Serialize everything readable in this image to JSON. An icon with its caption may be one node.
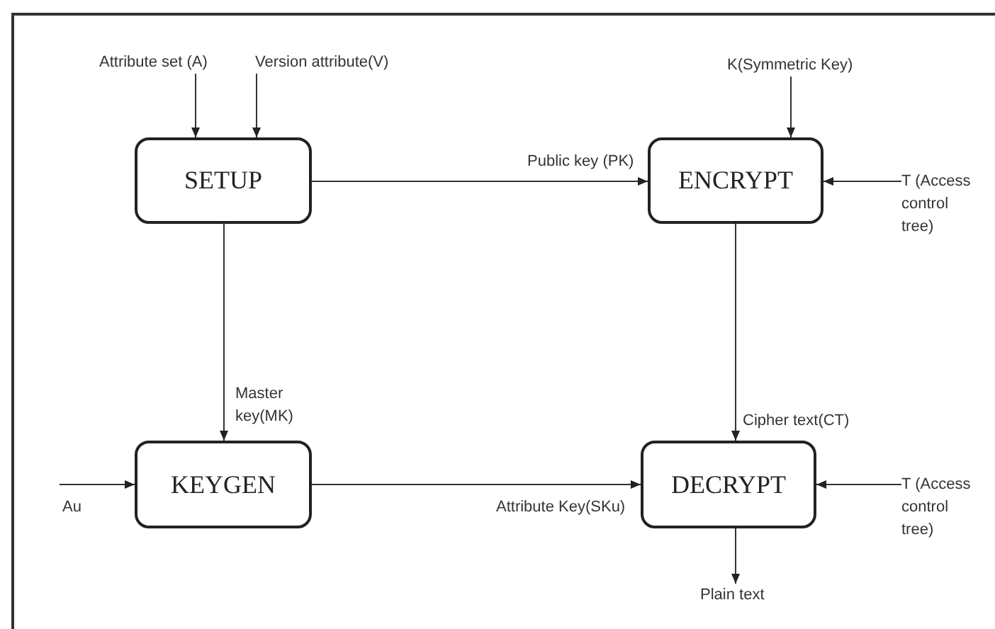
{
  "diagram": {
    "nodes": [
      {
        "text": [
          "SETUP"
        ]
      },
      {
        "text": [
          "ENCRYPT"
        ]
      },
      {
        "text": [
          "KEYGEN"
        ]
      },
      {
        "text": [
          "DECRYPT"
        ]
      },
      {
        "text": [
          "Attribute set (A)"
        ]
      },
      {
        "text": [
          "Version attribute(V)"
        ]
      },
      {
        "text": [
          "K(Symmetric Key)"
        ]
      },
      {
        "text": [
          "T (Access control tree)"
        ]
      },
      {
        "text": [
          "T (Access control tree)"
        ]
      },
      {
        "text": [
          "Plain text"
        ]
      }
    ],
    "edges": [
      {
        "from": 4,
        "to": 0,
        "arrow": "to"
      },
      {
        "from": 5,
        "to": 0,
        "arrow": "to"
      },
      {
        "from": 0,
        "to": 1,
        "arrow": "to",
        "label": "Public key (PK)"
      },
      {
        "from": 6,
        "to": 1,
        "arrow": "to"
      },
      {
        "from": 7,
        "to": 1,
        "arrow": "to"
      },
      {
        "from": 0,
        "to": 2,
        "arrow": "to",
        "label": "Master key(MK)"
      },
      {
        "from": 1,
        "to": 3,
        "arrow": "to",
        "label": "Cipher text(CT)"
      },
      {
        "from": null,
        "to": 2,
        "arrow": "to",
        "label": "Au"
      },
      {
        "from": 2,
        "to": 3,
        "arrow": "to",
        "label": "Attribute Key(SKu)"
      },
      {
        "from": 8,
        "to": 3,
        "arrow": "to"
      },
      {
        "from": 3,
        "to": 9,
        "arrow": "to"
      }
    ]
  }
}
